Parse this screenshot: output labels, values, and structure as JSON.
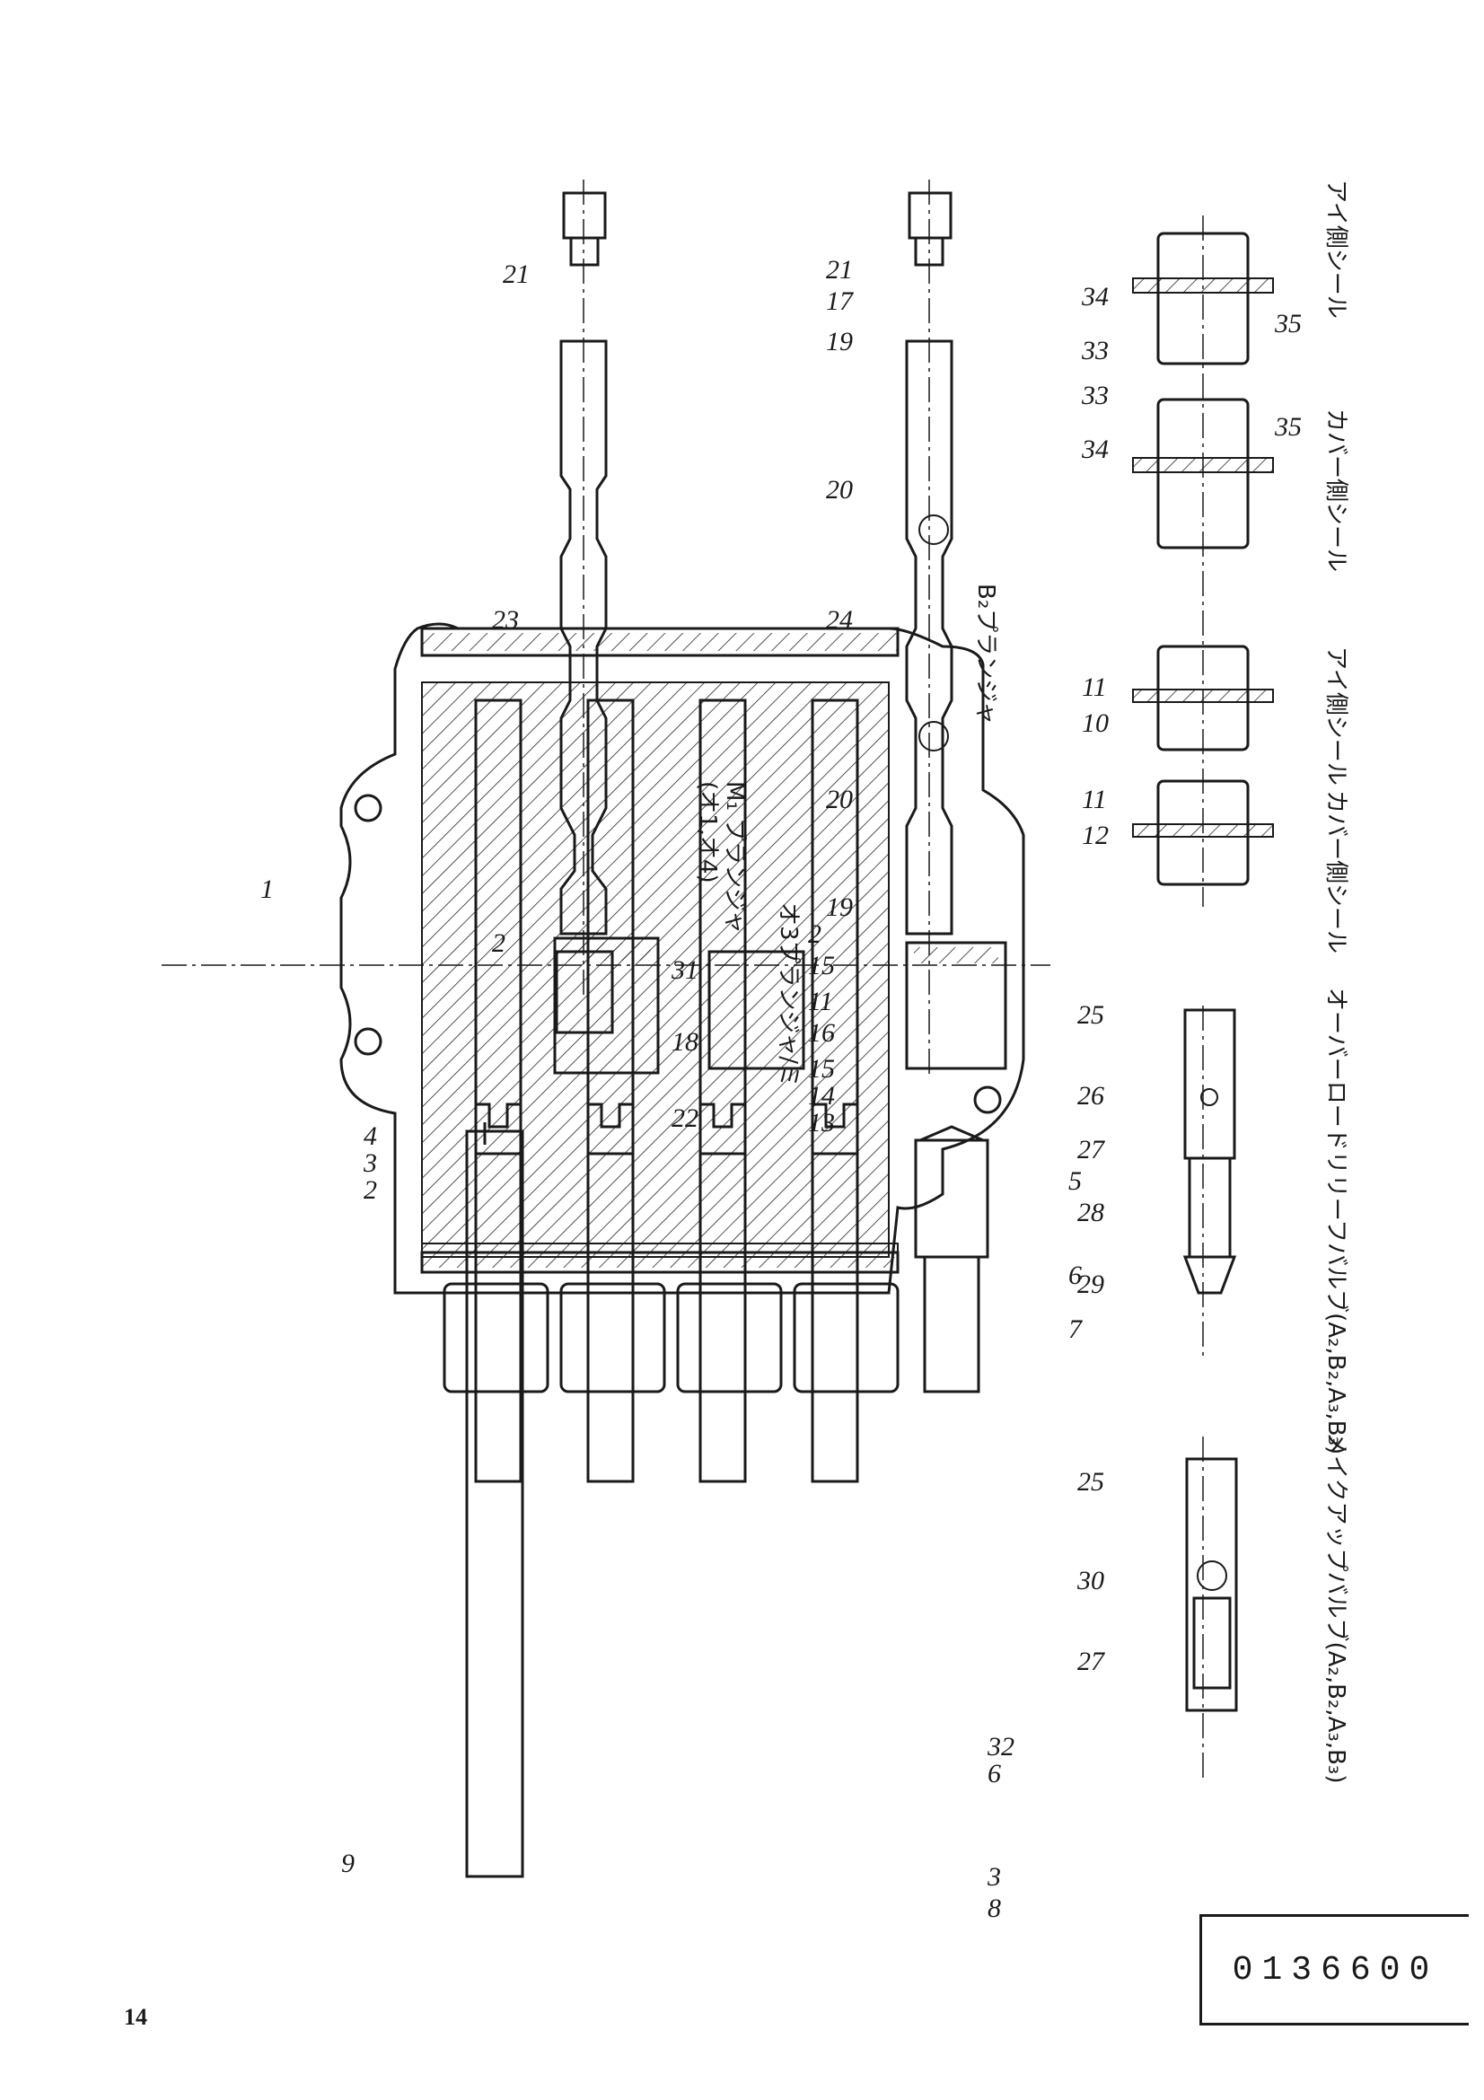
{
  "drawing_number": "0136600",
  "page_number": "14",
  "callouts": {
    "main_body": [
      "1",
      "2",
      "3",
      "4",
      "5",
      "6",
      "7",
      "32",
      "6",
      "8",
      "3",
      "9"
    ],
    "main_body_labels": {
      "n1": "1",
      "n2": "2",
      "n3": "3",
      "n4": "4",
      "n5": "5",
      "n6": "6",
      "n7": "7",
      "n32": "32",
      "n6b": "6",
      "n8": "8",
      "n3b": "3",
      "n9": "9"
    },
    "m1_plunger": {
      "n21": "21",
      "n23": "23",
      "n2": "2"
    },
    "b2_plunger": {
      "n21": "21",
      "n17": "17",
      "n19": "19",
      "n20a": "20",
      "n24": "24",
      "n20b": "20",
      "n19b": "19",
      "n2": "2"
    },
    "caps": {
      "n31": "31",
      "n18": "18",
      "n22": "22",
      "n15": "15",
      "n11": "11",
      "n16": "16",
      "n14": "14",
      "n13": "13",
      "n15b": "15"
    },
    "seals": {
      "n34a": "34",
      "n33a": "33",
      "n33b": "33",
      "n34b": "34",
      "n35a": "35",
      "n35b": "35",
      "n12": "12",
      "n11a": "11",
      "n11b": "11",
      "n10": "10"
    },
    "overload_valve": {
      "n25": "25",
      "n26": "26",
      "n27": "27",
      "n28": "28",
      "n29": "29"
    },
    "makeup_valve": {
      "n25": "25",
      "n30": "30",
      "n27": "27"
    }
  },
  "captions": {
    "m1_plunger": "M₁ プランジャ",
    "m1_plunger_sub": "(オ1,オ4)",
    "b2_plunger": "B₂プランジャ",
    "o3_plunger": "オ3プランジャ/ミ",
    "seal_cover_a": "カバー側シール",
    "seal_eye_a": "アイ側シール",
    "seal_cover_b": "カバー側シール",
    "seal_eye_b": "アイ側シール",
    "overload_relief": "オーバーロードリリーフバルブ(A₂,B₂,A₃,B₃)",
    "makeup_valve": "メイクアップバルブ(A₂,B₂,A₃,B₃)"
  }
}
